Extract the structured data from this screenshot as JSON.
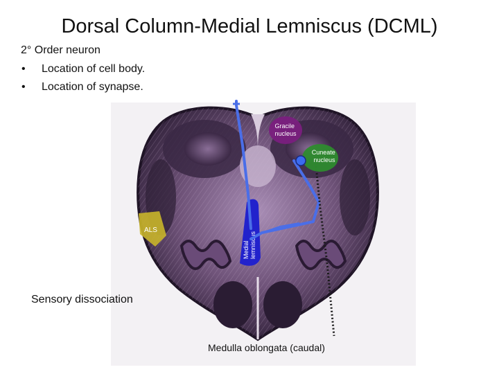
{
  "title": "Dorsal Column-Medial Lemniscus (DCML)",
  "subheading": "2° Order neuron",
  "bullets": [
    "Location of cell body.",
    "Location of synapse."
  ],
  "bullet_glyph": "•",
  "labels": {
    "gracile": [
      "Gracile",
      "nucleus"
    ],
    "cuneate": [
      "Cuneate",
      "nucleus"
    ],
    "als": "ALS",
    "medial_lemniscus": [
      "Medial",
      "lemniscus"
    ]
  },
  "captions": {
    "sensory": "Sensory dissociation",
    "medulla": "Medulla oblongata (caudal)"
  },
  "colors": {
    "gracile": "#7a1f7e",
    "cuneate": "#2e8b2e",
    "als": "#c9b52a",
    "medial_lemniscus": "#2222cc",
    "tract": "#4a6ee8",
    "tissue_dark": "#2e1f36",
    "tissue_light": "#a98fb4"
  }
}
